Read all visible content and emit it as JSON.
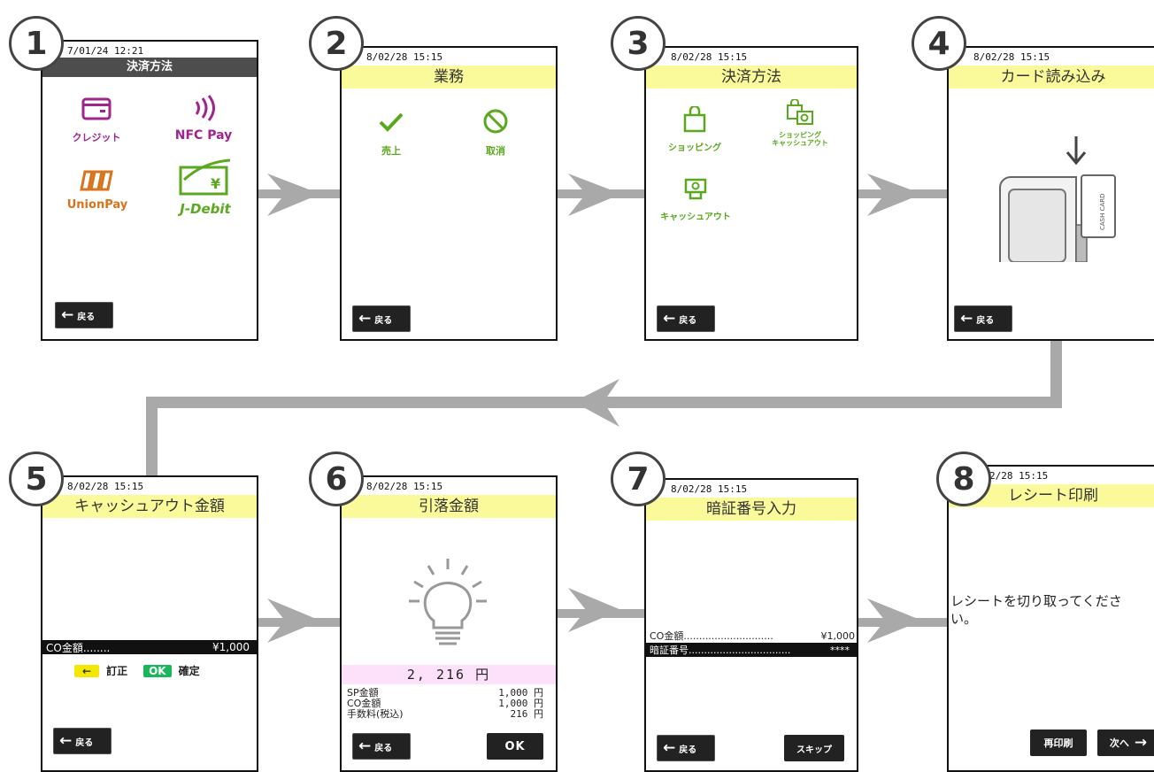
{
  "steps": [
    {
      "num": "1",
      "datetime": "7/01/24 12:21",
      "title": "決済方法",
      "items": [
        {
          "label": "クレジット"
        },
        {
          "label": "NFC Pay"
        },
        {
          "label": "UnionPay"
        },
        {
          "label": "J-Debit"
        }
      ],
      "back": "戻る"
    },
    {
      "num": "2",
      "datetime": "8/02/28 15:15",
      "title": "業務",
      "items": [
        {
          "label": "売上"
        },
        {
          "label": "取消"
        }
      ],
      "back": "戻る"
    },
    {
      "num": "3",
      "datetime": "8/02/28 15:15",
      "title": "決済方法",
      "items": [
        {
          "label": "ショッピング"
        },
        {
          "label": "ショッピング\nキャッシュアウト",
          "l1": "ショッピング",
          "l2": "キャッシュアウト"
        },
        {
          "label": "キャッシュアウト"
        }
      ],
      "back": "戻る"
    },
    {
      "num": "4",
      "datetime": "8/02/28 15:15",
      "title": "カード読み込み",
      "card_text": "CASH CARD",
      "back": "戻る"
    },
    {
      "num": "5",
      "datetime": "8/02/28 15:15",
      "title": "キャッシュアウト金額",
      "co_label": "CO金額........",
      "co_value": "¥1,000",
      "correct_key": "←",
      "correct_label": "訂正",
      "ok_key": "OK",
      "ok_label": "確定",
      "back": "戻る"
    },
    {
      "num": "6",
      "datetime": "8/02/28 15:15",
      "title": "引落金額",
      "total": "2, 216 円",
      "rows": [
        {
          "label": "SP金額",
          "value": "1,000 円"
        },
        {
          "label": "CO金額",
          "value": "1,000 円"
        },
        {
          "label": "手数料(税込)",
          "value": "216 円"
        }
      ],
      "back": "戻る",
      "ok": "OK"
    },
    {
      "num": "7",
      "datetime": "8/02/28 15:15",
      "title": "暗証番号入力",
      "co_row": {
        "label": "CO金額.............................",
        "value": "¥1,000"
      },
      "pin_row": {
        "label": "暗証番号.................................",
        "value": "****"
      },
      "back": "戻る",
      "skip": "スキップ"
    },
    {
      "num": "8",
      "datetime": "2/28 15:15",
      "title": "レシート印刷",
      "message_l1": "レシートを切り取ってくださ",
      "message_l2": "い。",
      "reprint": "再印刷",
      "next": "次へ"
    }
  ],
  "colors": {
    "title_bg": "#fafa9a",
    "green": "#5aa81e",
    "purple": "#a0248e",
    "orange": "#d9731c",
    "connector": "#a9a9a9"
  },
  "icons": {
    "back": "left-arrow-icon",
    "next": "right-arrow-icon"
  }
}
